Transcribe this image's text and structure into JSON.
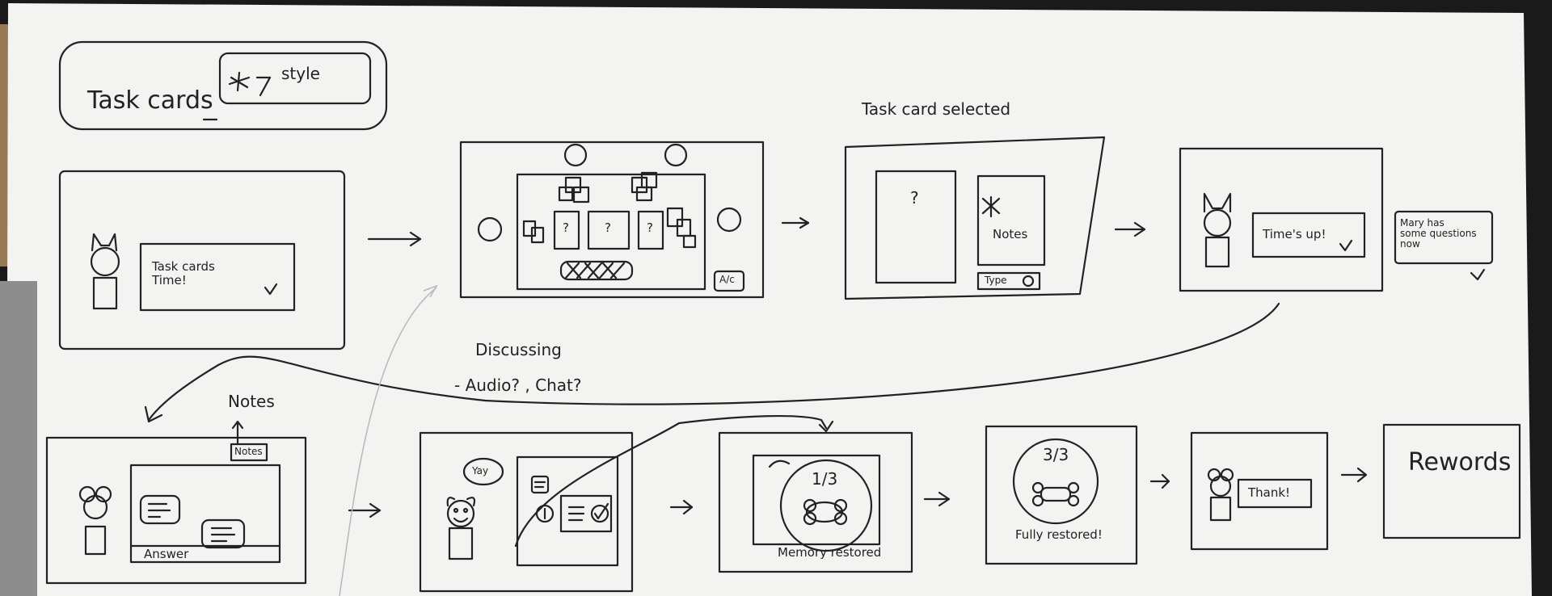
{
  "title_banner": {
    "text": "Task cards",
    "style_label": "style"
  },
  "headings": {
    "task_card_selected": "Task card selected",
    "discussing": "Discussing",
    "discussing_options": "- Audio? , Chat?",
    "notes": "Notes"
  },
  "frames": {
    "f1": {
      "dialog": "Task cards\nTime!"
    },
    "f2": {
      "placeholder": "?",
      "badge": "A/c"
    },
    "f3": {
      "placeholder": "?",
      "notes": "Notes",
      "button": "Type"
    },
    "f4": {
      "dialog": "Time's up!",
      "side_note": "Mary has\nsome questions\nnow"
    },
    "f5": {
      "notes_tab": "Notes",
      "input_label": "Answer"
    },
    "f6": {
      "speech": "Yay"
    },
    "f7": {
      "progress": "1/3",
      "caption": "Memory restored"
    },
    "f8": {
      "progress": "3/3",
      "caption": "Fully restored!"
    },
    "f9": {
      "dialog": "Thank!"
    },
    "f10": {
      "title": "Rewords"
    }
  },
  "colors": {
    "paper": "#f3f3f1",
    "ink": "#222222",
    "background": "#1a1a1a",
    "pencil": "#b8b8b8"
  }
}
